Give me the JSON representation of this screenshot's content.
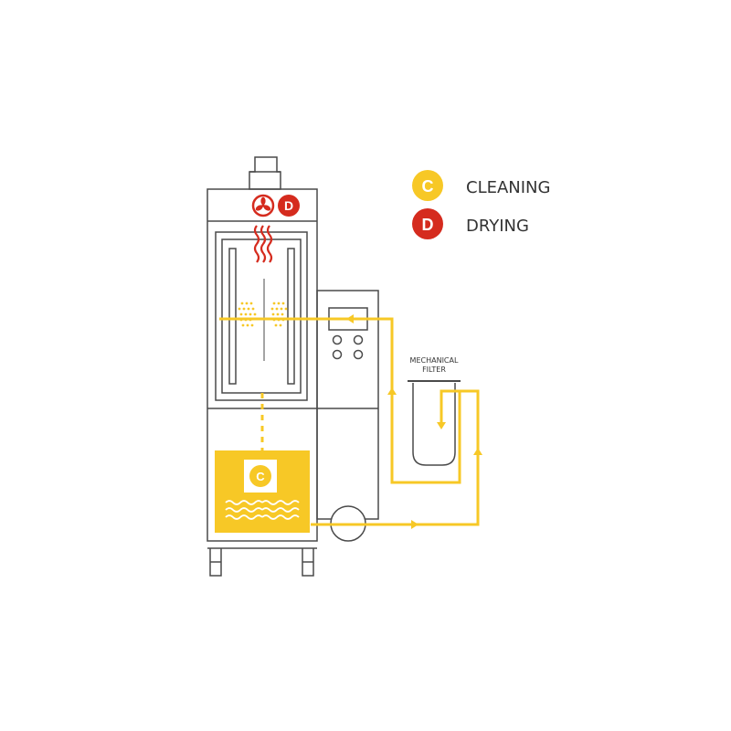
{
  "colors": {
    "cleaning": "#F7C826",
    "drying": "#D52B1E",
    "outline": "#4A4A4A",
    "text": "#333333"
  },
  "legend": {
    "cleaning": {
      "badge": "C",
      "label": "CLEANING"
    },
    "drying": {
      "badge": "D",
      "label": "DRYING"
    }
  },
  "machine": {
    "top_badge": "D",
    "tank_badge": "C",
    "top_icon": "fan-icon"
  },
  "filter": {
    "label_line1": "MECHANICAL",
    "label_line2": "FILTER"
  }
}
